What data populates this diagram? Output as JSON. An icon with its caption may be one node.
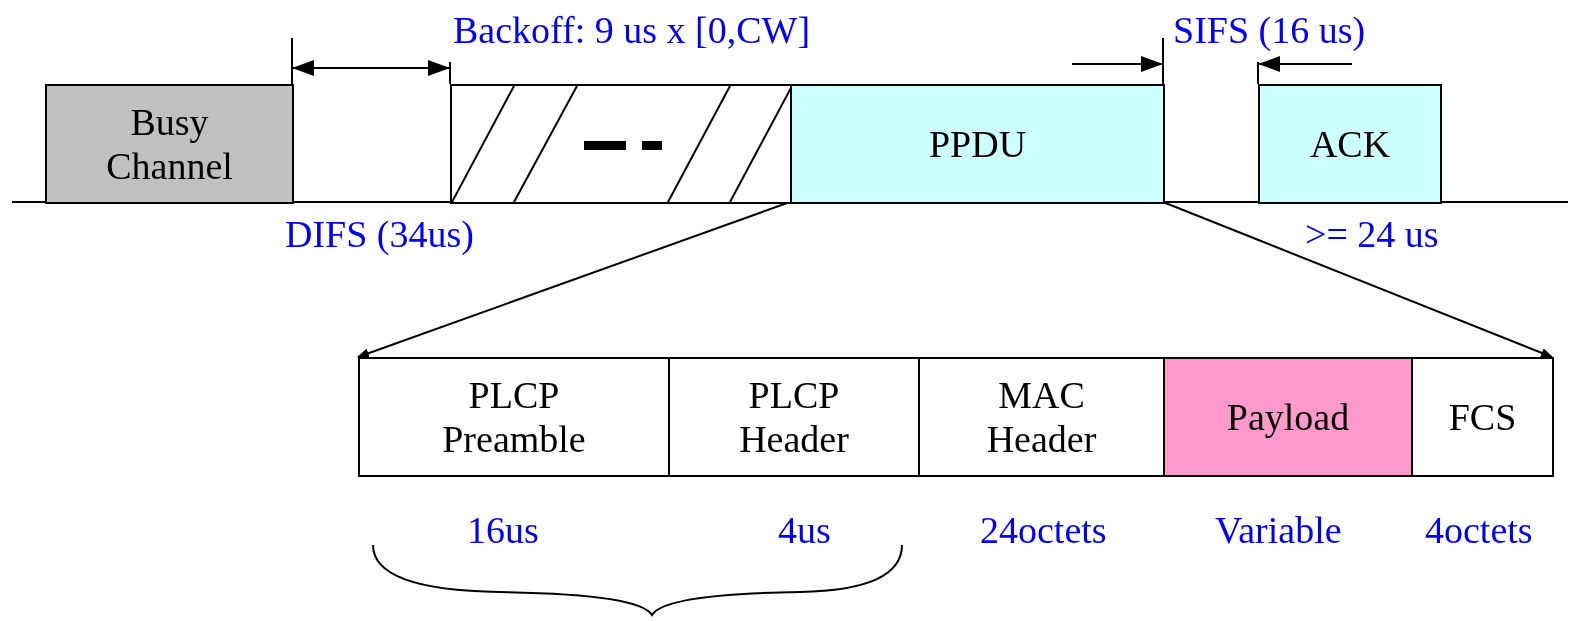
{
  "diagram": {
    "nodes": [
      {
        "text": [
          "Busy Channel"
        ]
      },
      {
        "text": [],
        "shape": "box"
      },
      {
        "text": [
          "PPDU"
        ]
      },
      {
        "text": [
          "ACK"
        ]
      },
      {
        "text": [
          "PLCP Preamble"
        ]
      },
      {
        "text": [
          "PLCP Header"
        ]
      },
      {
        "text": [
          "MAC Header"
        ]
      },
      {
        "text": [
          "Payload"
        ]
      },
      {
        "text": [
          "FCS"
        ]
      }
    ],
    "edges": [
      {
        "from": 0,
        "to": 1,
        "arrow": "both"
      },
      {
        "from": 2,
        "to": 4,
        "arrow": "to"
      },
      {
        "from": 2,
        "to": 8,
        "arrow": "to"
      }
    ],
    "labels": [
      "Backoff: 9 us x [0,CW]",
      "SIFS (16 us)",
      "DIFS (34us)",
      ">= 24 us",
      "16us",
      "4us",
      "24octets",
      "Variable",
      "4octets"
    ]
  }
}
